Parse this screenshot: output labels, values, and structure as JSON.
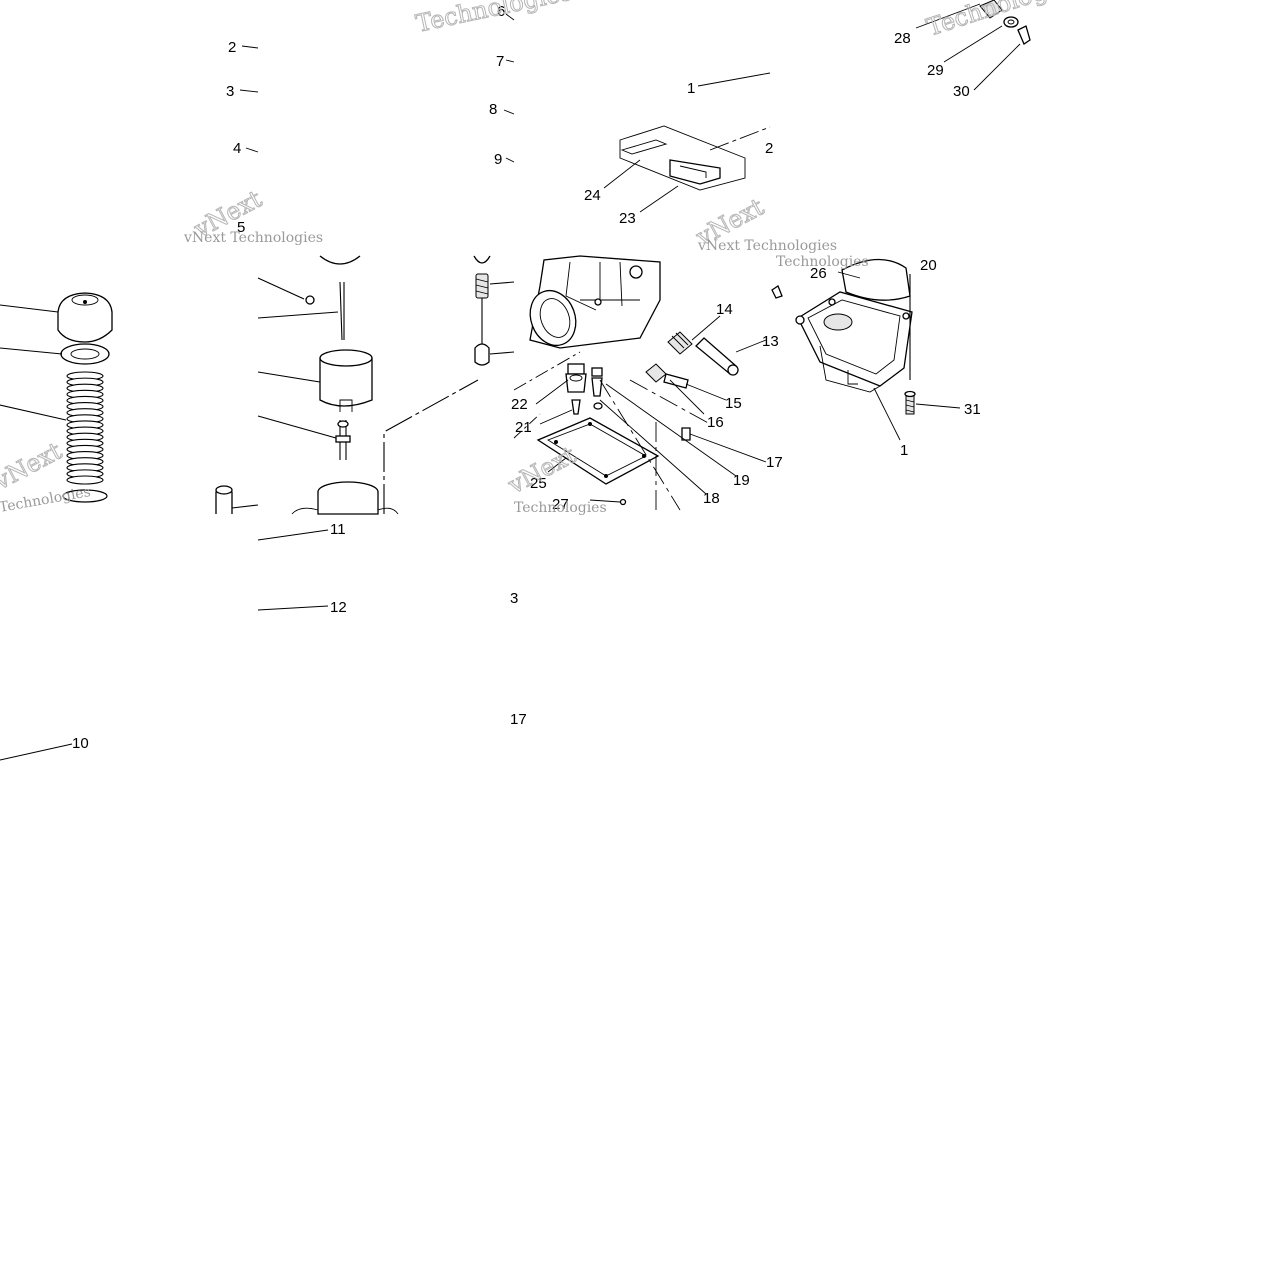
{
  "diagram": {
    "callouts": [
      "1",
      "2",
      "3",
      "4",
      "5",
      "6",
      "7",
      "8",
      "9",
      "10",
      "11",
      "12",
      "13",
      "14",
      "15",
      "16",
      "17",
      "18",
      "19",
      "20",
      "21",
      "22",
      "23",
      "24",
      "25",
      "26",
      "27",
      "28",
      "29",
      "30",
      "31"
    ],
    "partial_callouts": [
      "3",
      "17"
    ],
    "watermark": {
      "line1": "vNext",
      "line2": "Technologies",
      "full": "vNext Technologies"
    }
  }
}
